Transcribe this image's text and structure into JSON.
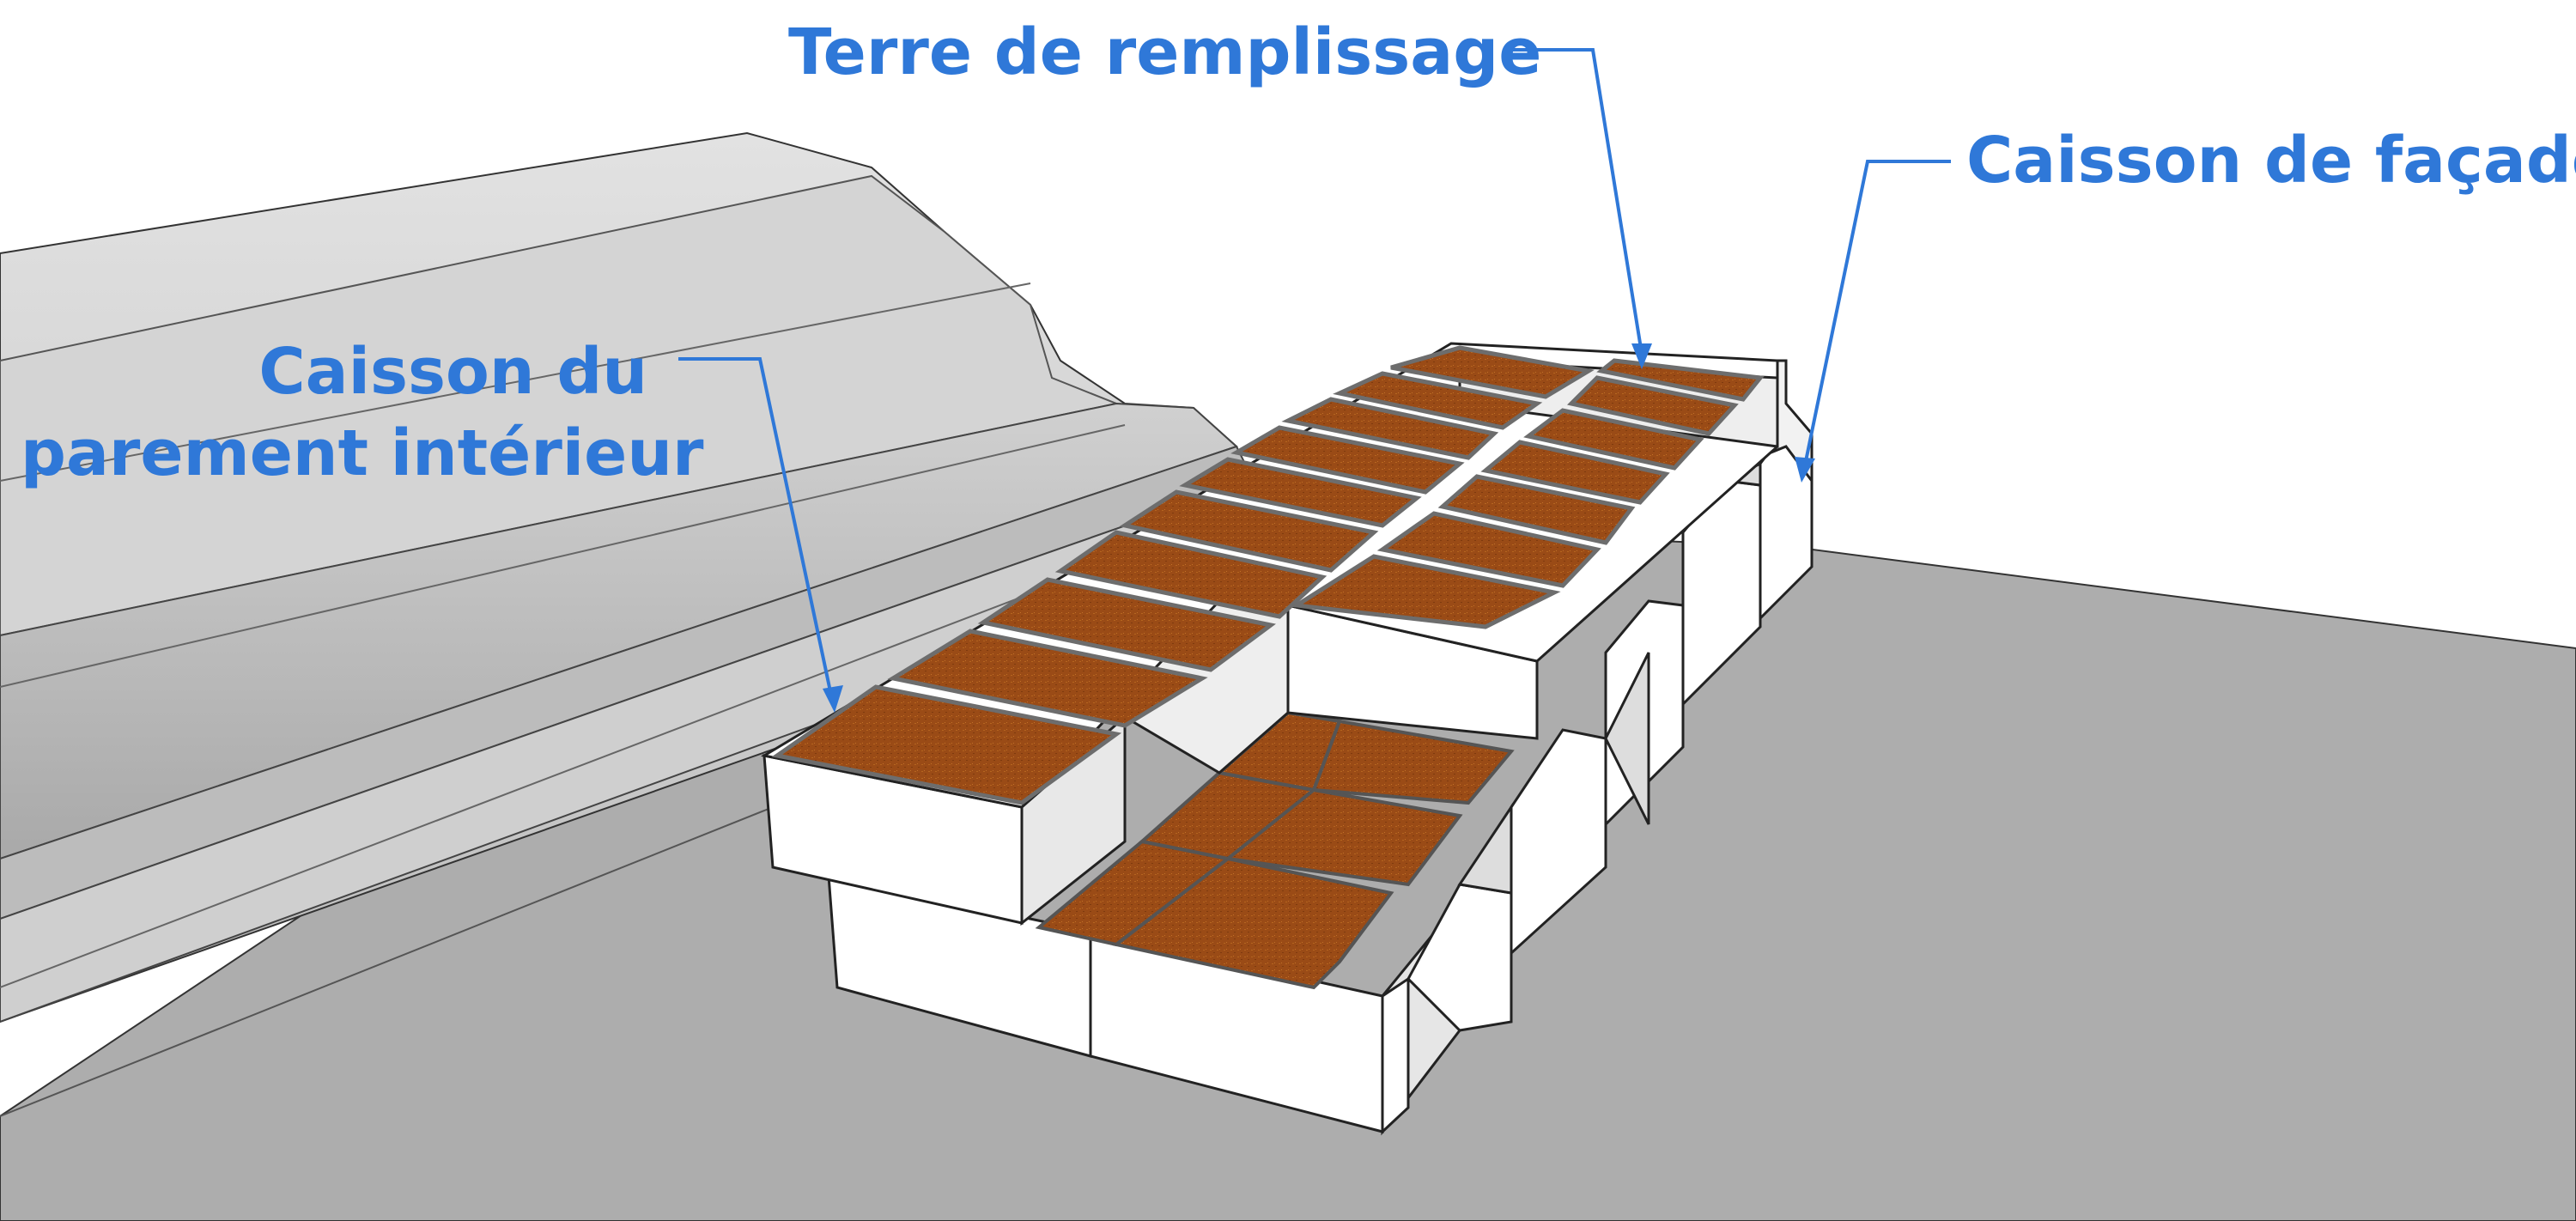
{
  "labels": {
    "terre": "Terre de remplissage",
    "facade": "Caisson de façade",
    "interieur_line1": "Caisson du",
    "interieur_line2": "parement intérieur"
  },
  "colors": {
    "label": "#2f78d8",
    "soil": "#9a4a14",
    "caisson": "#ffffff",
    "ground": "#adadad",
    "existing_wall": "#cfcfcf"
  }
}
